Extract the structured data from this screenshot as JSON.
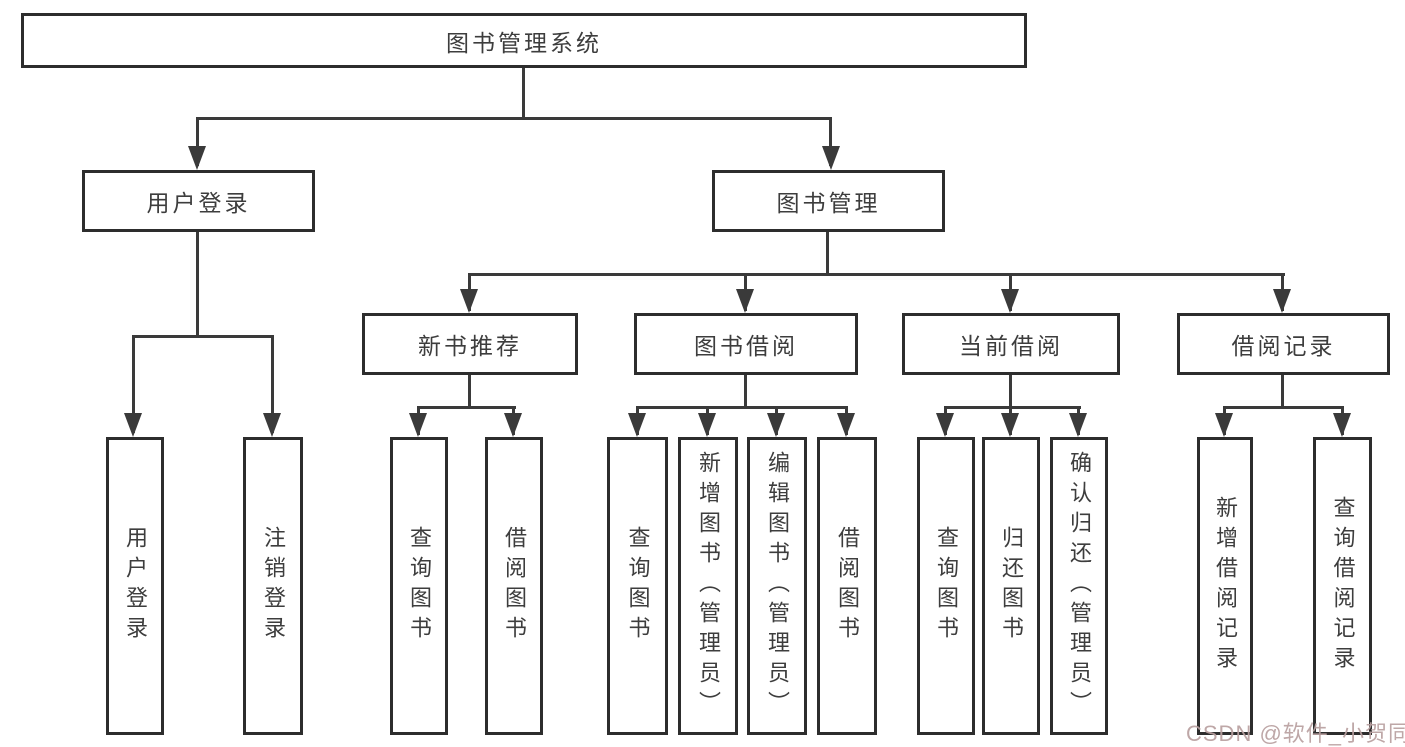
{
  "diagram_title": "图书管理系统",
  "nodes": {
    "root": {
      "label": "图书管理系统"
    },
    "level2": [
      {
        "label": "用户登录"
      },
      {
        "label": "图书管理"
      }
    ],
    "level3": [
      {
        "label": "新书推荐"
      },
      {
        "label": "图书借阅"
      },
      {
        "label": "当前借阅"
      },
      {
        "label": "借阅记录"
      }
    ],
    "leaves": {
      "user_login": [
        "用户登录",
        "注销登录"
      ],
      "new_book_recommend": [
        "查询图书",
        "借阅图书"
      ],
      "book_borrow": [
        "查询图书",
        "新增图书（管理员）",
        "编辑图书（管理员）",
        "借阅图书"
      ],
      "current_borrow": [
        "查询图书",
        "归还图书",
        "确认归还（管理员）"
      ],
      "borrow_records": [
        "新增借阅记录",
        "查询借阅记录"
      ]
    }
  },
  "watermark": {
    "text": "CSDN @软件_小贺同学",
    "color": "#b9a0a0"
  },
  "colors": {
    "line": "#3a3a3a",
    "box_border": "#2d2d2d",
    "text": "#3d3d3d",
    "background": "#ffffff"
  }
}
